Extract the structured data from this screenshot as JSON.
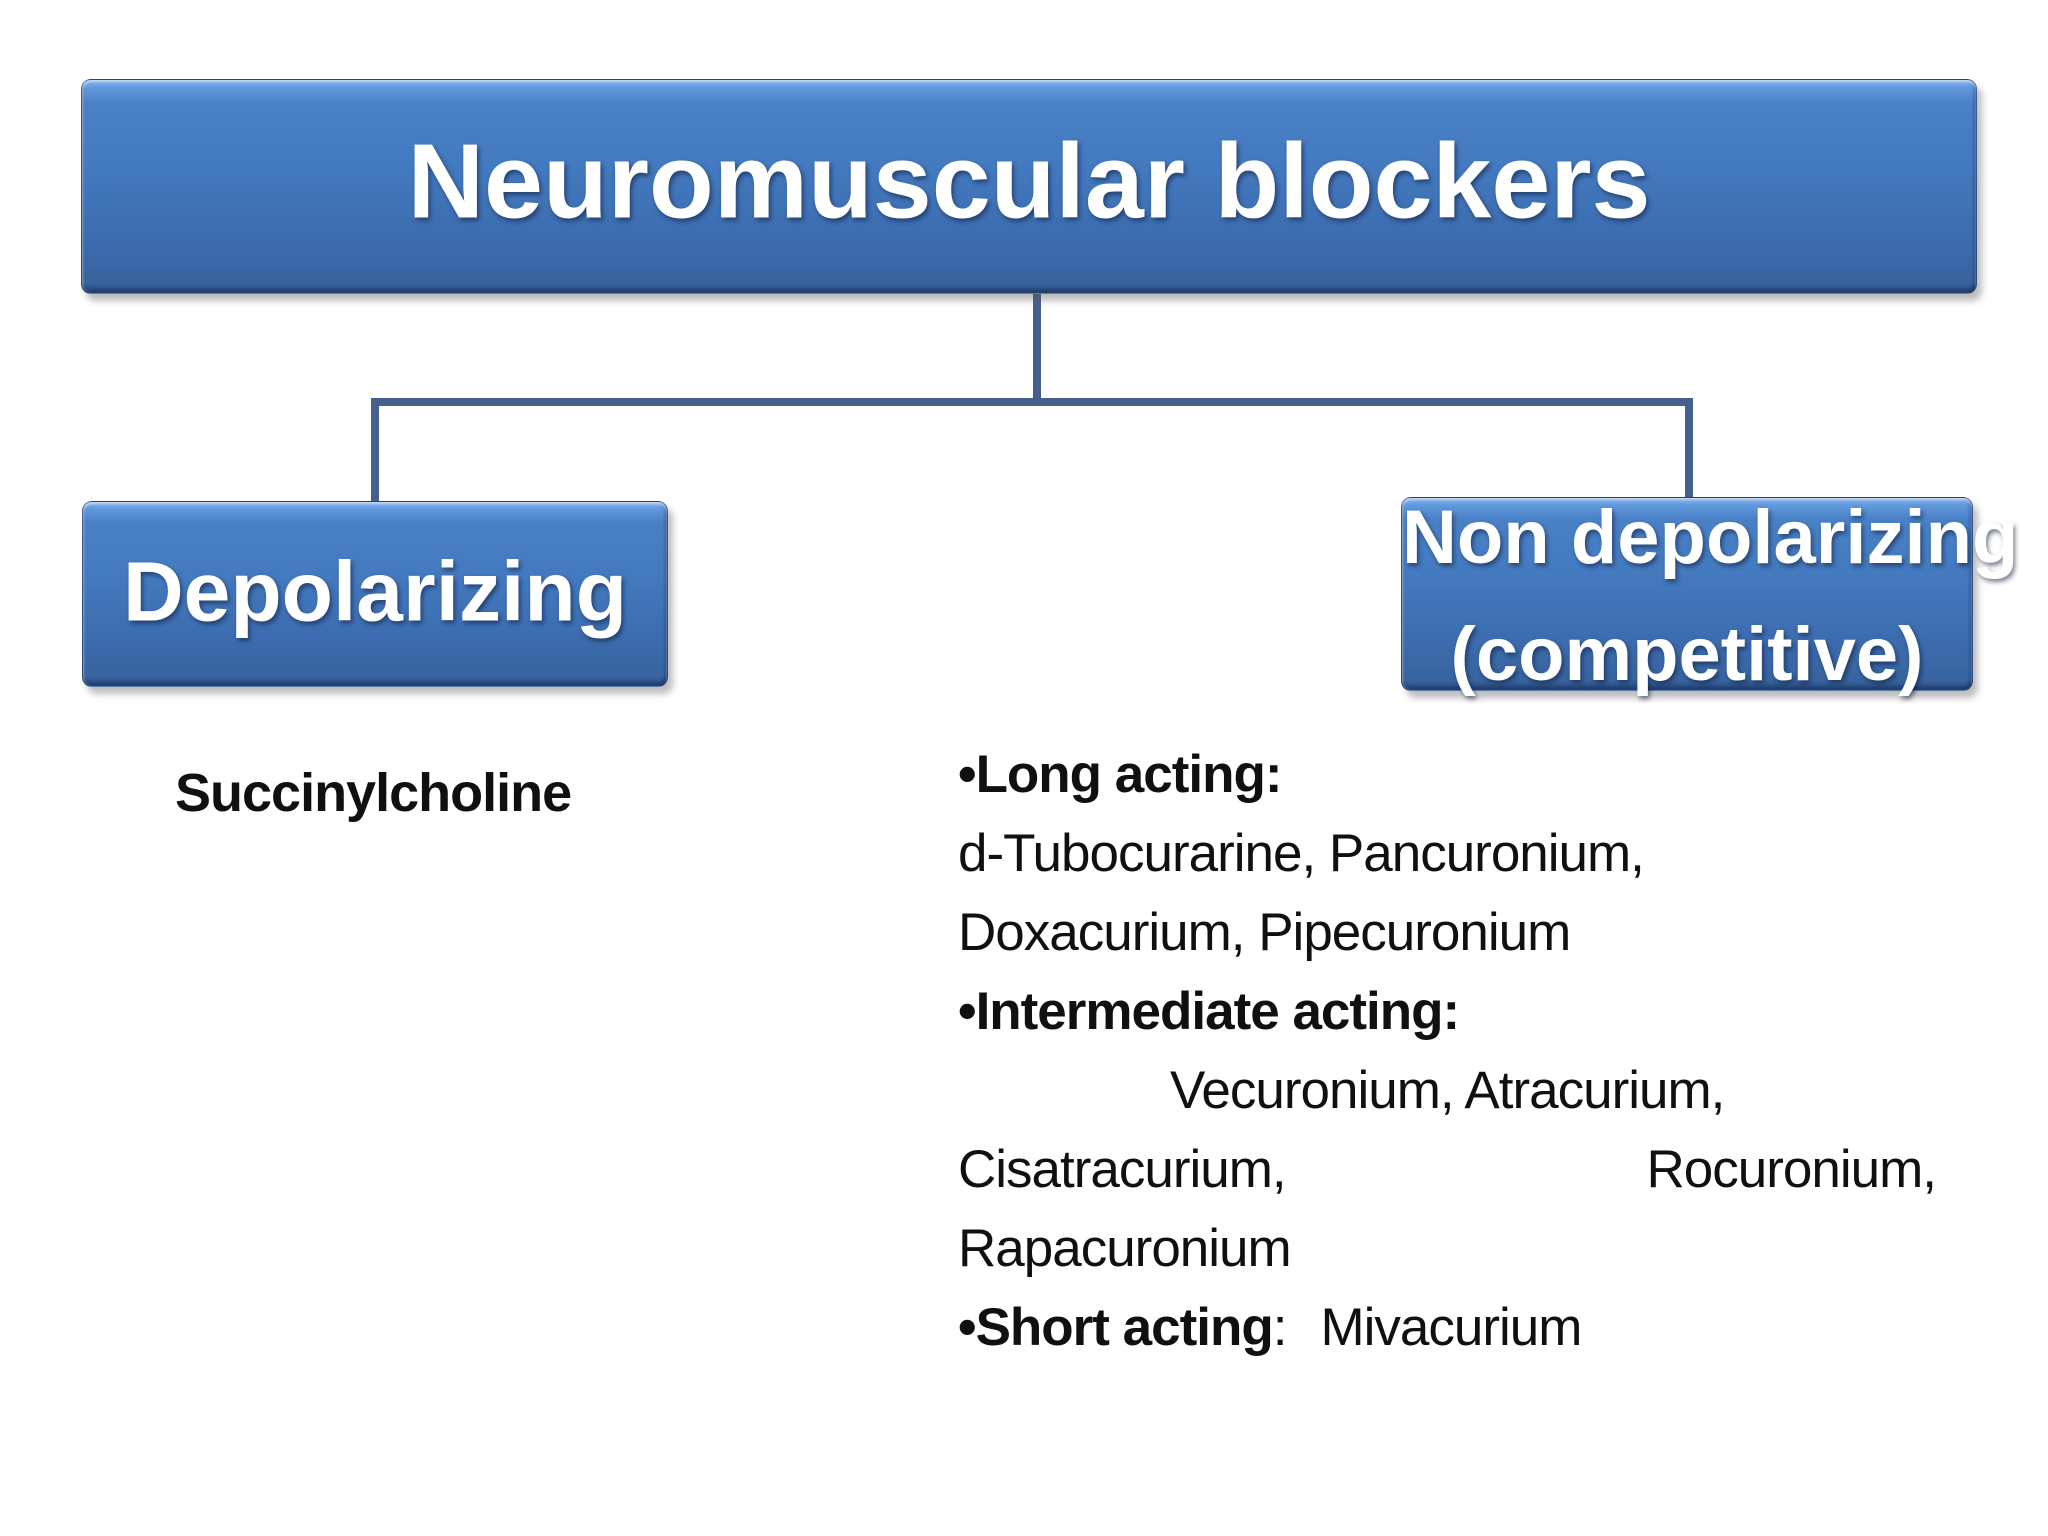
{
  "title": "Neuromuscular blockers",
  "bullet": "•",
  "left_branch": {
    "label": "Depolarizing",
    "drug": "Succinylcholine"
  },
  "right_branch": {
    "label_line1": "Non depolarizing",
    "label_line2": "(competitive)"
  },
  "drug_list": {
    "long": {
      "heading": "Long acting:",
      "line1": "d-Tubocurarine, Pancuronium,",
      "line2": "Doxacurium, Pipecuronium"
    },
    "intermediate": {
      "heading": "Intermediate acting:",
      "line1": "Vecuronium, Atracurium,",
      "line2_left": "Cisatracurium,",
      "line2_right": "Rocuronium,",
      "line3": "Rapacuronium"
    },
    "short": {
      "heading": "Short acting",
      "colon": ":",
      "drug": "Mivacurium"
    }
  },
  "colors": {
    "box_blue_top": "#8ab8f0",
    "box_blue_main": "#4379be",
    "box_blue_bottom": "#30548a",
    "connector": "#44618e",
    "box_text": "#ffffff",
    "body_text": "#101010",
    "background": "#ffffff"
  }
}
